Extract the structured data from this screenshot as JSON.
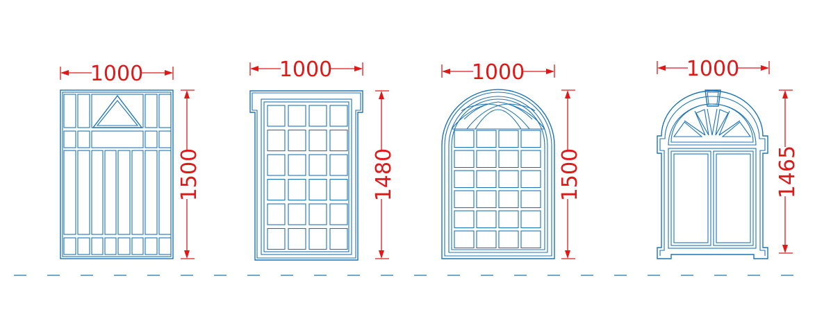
{
  "windows": [
    {
      "id": "window-1",
      "width_label": "1000",
      "height_label": "1500"
    },
    {
      "id": "window-2",
      "width_label": "1000",
      "height_label": "1480"
    },
    {
      "id": "window-3",
      "width_label": "1000",
      "height_label": "1500"
    },
    {
      "id": "window-4",
      "width_label": "1000",
      "height_label": "1465"
    }
  ],
  "colors": {
    "line": "#1a73b8",
    "dimension": "#e01818"
  }
}
